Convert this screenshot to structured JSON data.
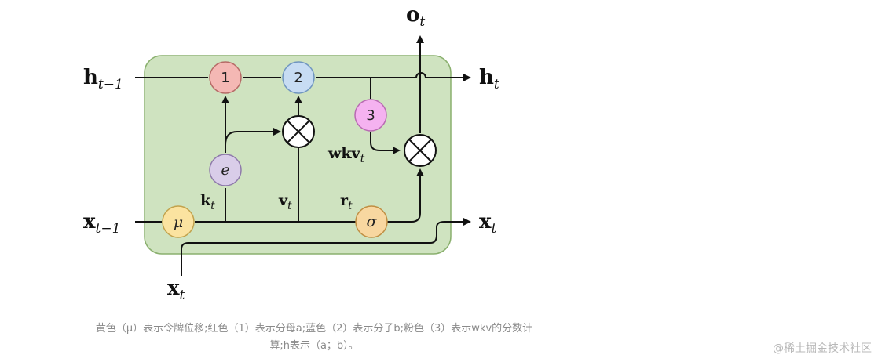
{
  "labels": {
    "h_prev": {
      "main": "h",
      "sub": "t−1"
    },
    "x_prev": {
      "main": "x",
      "sub": "t−1"
    },
    "h_out": {
      "main": "h",
      "sub": "t"
    },
    "x_out": {
      "main": "x",
      "sub": "t"
    },
    "o_out": {
      "main": "o",
      "sub": "t"
    },
    "x_in": {
      "main": "x",
      "sub": "t"
    },
    "k": {
      "main": "k",
      "sub": "t"
    },
    "v": {
      "main": "v",
      "sub": "t"
    },
    "r": {
      "main": "r",
      "sub": "t"
    },
    "wkv": {
      "main": "wkv",
      "sub": "t"
    }
  },
  "nodes": {
    "n1": "1",
    "n2": "2",
    "n3": "3",
    "e": "e",
    "mu": "μ",
    "sigma": "σ"
  },
  "colors": {
    "box_fill": "#cfe3c0",
    "box_stroke": "#8ab06e",
    "node1": "#f4b8b4",
    "node2": "#c7dcf3",
    "node3": "#f5b2f0",
    "node_e": "#d9cde9",
    "node_mu": "#fbe3a0",
    "node_sigma": "#f8d7a0"
  },
  "caption": {
    "line1": "黄色（μ）表示令牌位移;红色（1）表示分母a;蓝色（2）表示分子b;粉色（3）表示wkv的分数计",
    "line2": "算;h表示（a；b）。"
  },
  "watermark": "@稀土掘金技术社区"
}
